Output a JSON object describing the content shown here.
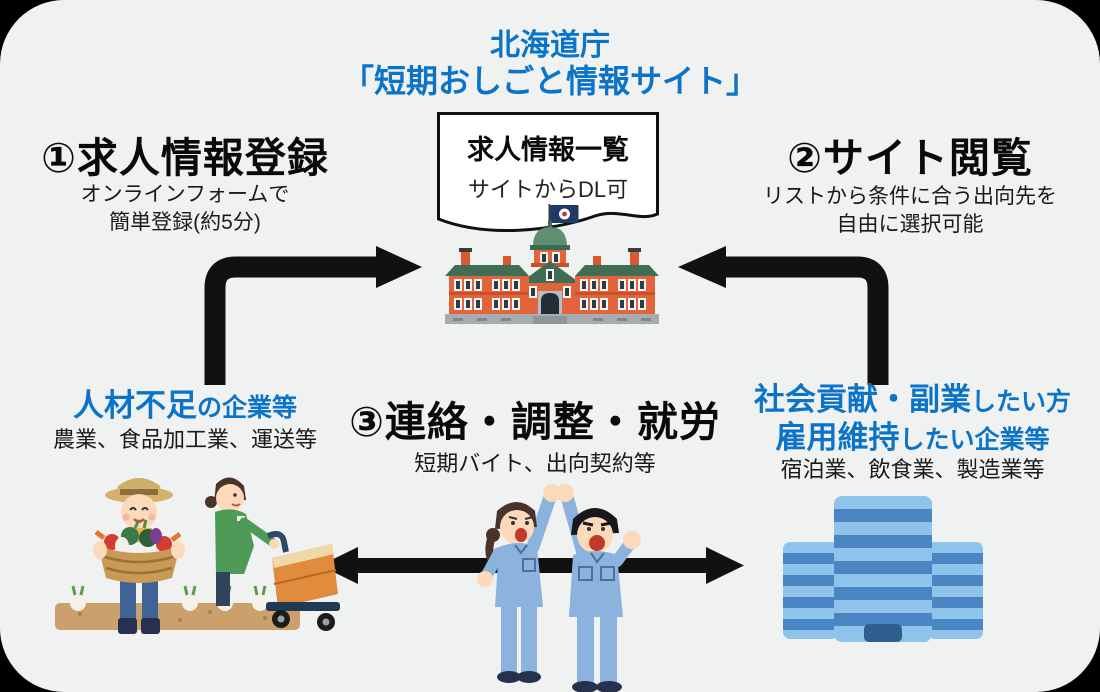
{
  "colors": {
    "accent_blue": "#0b74c9",
    "arrow_black": "#111111",
    "panel_bg": "#f0f1f1"
  },
  "title": {
    "line1": "北海道庁",
    "line2": "「短期おしごと情報サイト」"
  },
  "callout": {
    "line1": "求人情報一覧",
    "line2": "サイトからDL可"
  },
  "steps": {
    "step1": {
      "heading": "①求人情報登録",
      "sub1": "オンラインフォームで",
      "sub2": "簡単登録(約5分)"
    },
    "step2": {
      "heading": "②サイト閲覧",
      "sub1": "リストから条件に合う出向先を",
      "sub2": "自由に選択可能"
    },
    "step3": {
      "heading": "③連絡・調整・就労",
      "sub1": "短期バイト、出向契約等"
    }
  },
  "group_left": {
    "label_em": "人材不足",
    "label_rest": "の企業等",
    "sub": "農業、食品加工業、運送等"
  },
  "group_right": {
    "line1_em": "社会貢献・副業",
    "line1_rest": "したい方",
    "line2_em": "雇用維持",
    "line2_rest": "したい企業等",
    "sub": "宿泊業、飲食業、製造業等"
  },
  "icons": {
    "building": "government-building-illustration",
    "flag": "flag-icon",
    "farmer": "farmer-with-vegetables-illustration",
    "cart": "worker-with-cart-illustration",
    "workers": "cheering-workers-illustration",
    "office": "office-building-illustration"
  }
}
